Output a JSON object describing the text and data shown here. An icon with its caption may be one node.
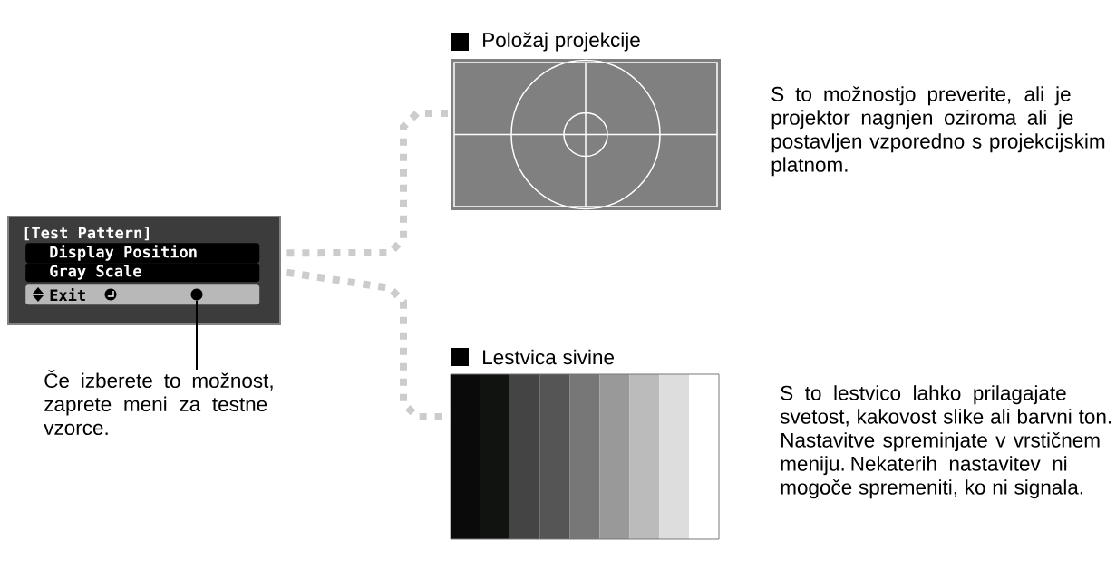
{
  "diagram": {
    "nodes": [
      {
        "text": [
          "[Test Pattern]"
        ]
      },
      {
        "text": [
          "Display Position"
        ],
        "in": 0
      },
      {
        "text": [
          "Gray Scale"
        ],
        "in": 0
      },
      {
        "text": [
          "Exit"
        ],
        "in": 0
      },
      {
        "text": [],
        "shape": "circle",
        "in": 3
      },
      {
        "text": [
          "Če izberete to možnost, zaprete meni za testne vzorce."
        ]
      },
      {
        "text": [
          "Položaj projekcije"
        ],
        "beside": [
          "S to možnostjo preverite, ali je projektor nagnjen oziroma ali je postavljen vzporedno s projekcijskim platnom."
        ]
      },
      {
        "text": [
          "Lestvica sivine"
        ],
        "beside": [
          "S to lestvico lahko prilagajate svetost, kakovost slike ali barvni ton. Nastavitve spreminjate v vrstičnem meniju. Nekaterih nastavitev ni mogoče spremeniti, ko ni signala."
        ]
      }
    ],
    "edges": [
      {
        "from": 1,
        "to": 6,
        "arrow": "none",
        "style": "dashed",
        "color": "#cccccc"
      },
      {
        "from": 2,
        "to": 7,
        "arrow": "none",
        "style": "dashed",
        "color": "#cccccc"
      },
      {
        "from": 5,
        "to": 4,
        "arrow": "none",
        "color": "#000000"
      }
    ]
  }
}
